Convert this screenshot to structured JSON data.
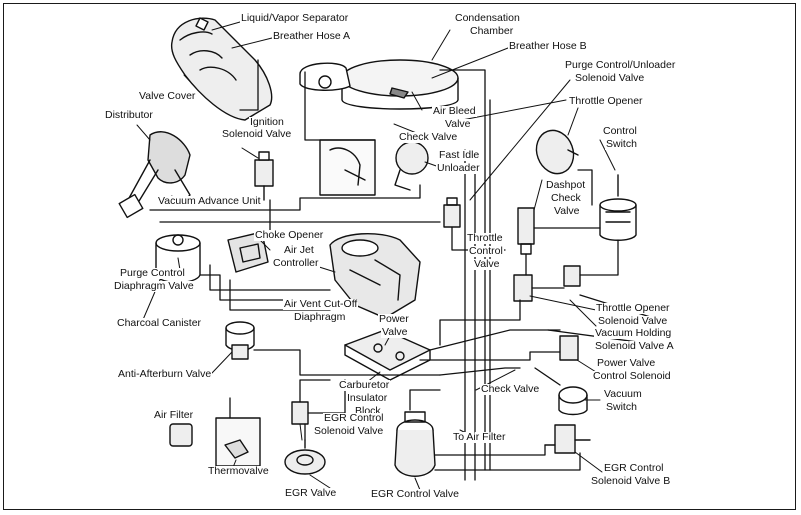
{
  "diagram": {
    "labels": {
      "liquid_vapor_separator": "Liquid/Vapor Separator",
      "condensation_chamber_1": "Condensation",
      "condensation_chamber_2": "Chamber",
      "breather_hose_a": "Breather Hose A",
      "breather_hose_b": "Breather Hose B",
      "purge_control_unloader_1": "Purge Control/Unloader",
      "purge_control_unloader_2": "Solenoid Valve",
      "throttle_opener": "Throttle Opener",
      "valve_cover": "Valve Cover",
      "distributor": "Distributor",
      "ignition_solenoid_1": "Ignition",
      "ignition_solenoid_2": "Solenoid Valve",
      "air_bleed_valve_1": "Air Bleed",
      "air_bleed_valve_2": "Valve",
      "check_valve_top": "Check Valve",
      "control_switch_1": "Control",
      "control_switch_2": "Switch",
      "fast_idle_1": "Fast Idle",
      "fast_idle_2": "Unloader",
      "dashpot_check_1": "Dashpot",
      "dashpot_check_2": "Check",
      "dashpot_check_3": "Valve",
      "vacuum_advance_unit": "Vacuum Advance Unit",
      "choke_opener": "Choke Opener",
      "air_jet_controller_1": "Air Jet",
      "air_jet_controller_2": "Controller",
      "throttle_control_1": "Throttle",
      "throttle_control_2": "Control",
      "throttle_control_3": "Valve",
      "purge_control_diaphragm_1": "Purge Control",
      "purge_control_diaphragm_2": "Diaphragm Valve",
      "air_vent_cutoff_1": "Air Vent Cut-Off",
      "air_vent_cutoff_2": "Diaphragm",
      "throttle_opener_solenoid_1": "Throttle Opener",
      "throttle_opener_solenoid_2": "Solenoid Valve",
      "charcoal_canister": "Charcoal Canister",
      "power_valve_1": "Power",
      "power_valve_2": "Valve",
      "vacuum_holding_1": "Vacuum Holding",
      "vacuum_holding_2": "Solenoid Valve A",
      "anti_afterburn_valve": "Anti-Afterburn Valve",
      "power_valve_control_1": "Power Valve",
      "power_valve_control_2": "Control Solenoid",
      "carb_insulator_1": "Carburetor",
      "carb_insulator_2": "Insulator",
      "carb_insulator_3": "Block",
      "check_valve_mid": "Check Valve",
      "vacuum_switch_1": "Vacuum",
      "vacuum_switch_2": "Switch",
      "air_filter": "Air Filter",
      "egr_control_solenoid_1": "EGR Control",
      "egr_control_solenoid_2": "Solenoid Valve",
      "to_air_filter": "To Air Filter",
      "thermovalve": "Thermovalve",
      "egr_control_solenoid_b_1": "EGR Control",
      "egr_control_solenoid_b_2": "Solenoid Valve B",
      "egr_valve": "EGR Valve",
      "egr_control_valve": "EGR Control Valve"
    }
  }
}
